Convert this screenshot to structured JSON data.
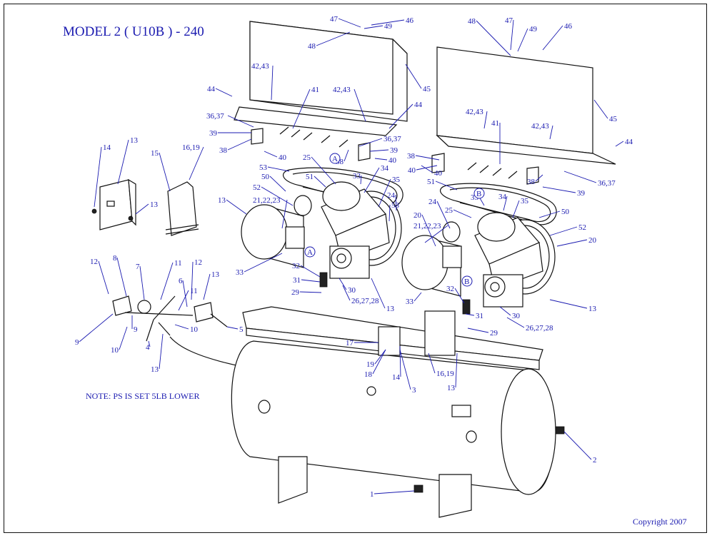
{
  "diagram": {
    "title": "MODEL 2 ( U10B ) - 240",
    "note": "NOTE: PS IS SET 5LB LOWER",
    "copyright": "Copyright 2007",
    "colors": {
      "label": "#1a1ab0",
      "line": "#111111",
      "background": "#ffffff"
    },
    "callouts": [
      "47",
      "46",
      "49",
      "48",
      "48",
      "47",
      "49",
      "46",
      "42,43",
      "41",
      "42,43",
      "45",
      "44",
      "44",
      "42,43",
      "41",
      "42,43",
      "45",
      "44",
      "36,37",
      "39",
      "38",
      "40",
      "36,37",
      "39",
      "38",
      "40",
      "40",
      "38",
      "40",
      "36,37",
      "39",
      "38",
      "53",
      "25",
      "51",
      "33",
      "34",
      "35",
      "50",
      "52",
      "24",
      "53",
      "51",
      "33",
      "34",
      "35",
      "50",
      "25",
      "52",
      "24",
      "20",
      "13",
      "21,22,23",
      "33",
      "32",
      "31",
      "29",
      "30",
      "26,27,28",
      "13",
      "20",
      "21,22,23",
      "33",
      "32",
      "31",
      "29",
      "30",
      "26,27,28",
      "13",
      "14",
      "13",
      "15",
      "16,19",
      "13",
      "12",
      "8",
      "7",
      "11",
      "12",
      "13",
      "6",
      "11",
      "9",
      "9",
      "10",
      "10",
      "5",
      "4",
      "13",
      "17",
      "19",
      "18",
      "14",
      "16,19",
      "13",
      "3",
      "2",
      "1"
    ],
    "markers": [
      "A",
      "A",
      "B",
      "B"
    ]
  }
}
